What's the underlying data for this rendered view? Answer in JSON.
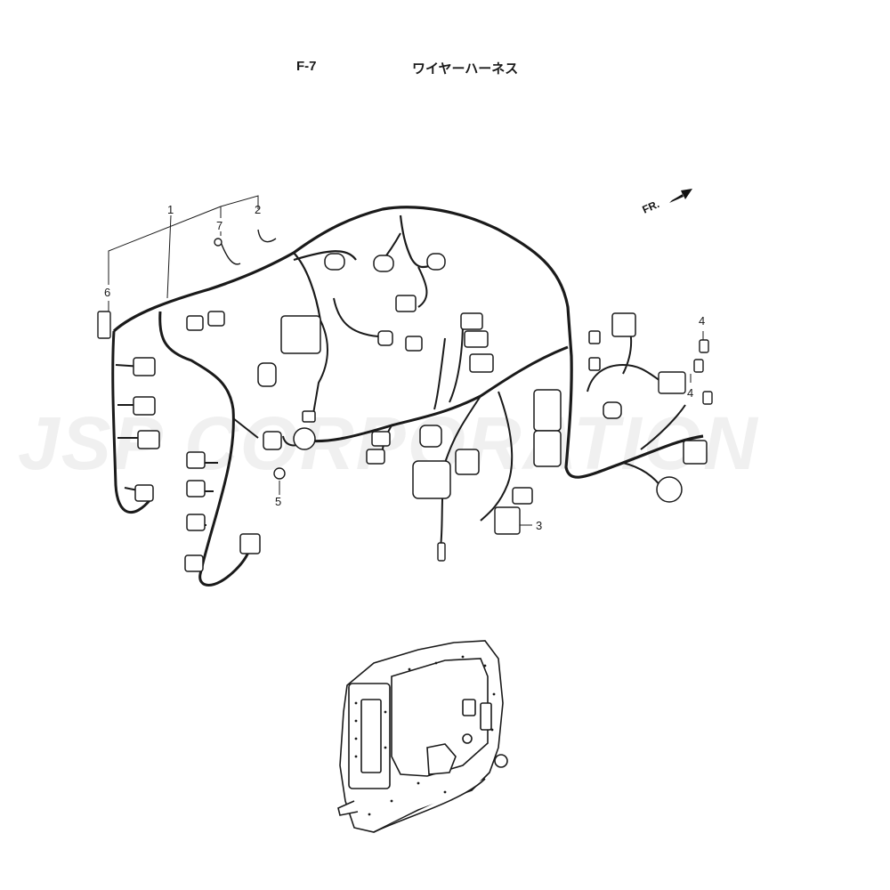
{
  "header": {
    "diagram_code": "F-7",
    "diagram_title": "ワイヤーハーネス"
  },
  "watermark": {
    "text": "JSP CORPORATION"
  },
  "direction": {
    "label": "FR."
  },
  "callouts": [
    "1",
    "2",
    "7",
    "6",
    "4",
    "4",
    "5",
    "3"
  ]
}
